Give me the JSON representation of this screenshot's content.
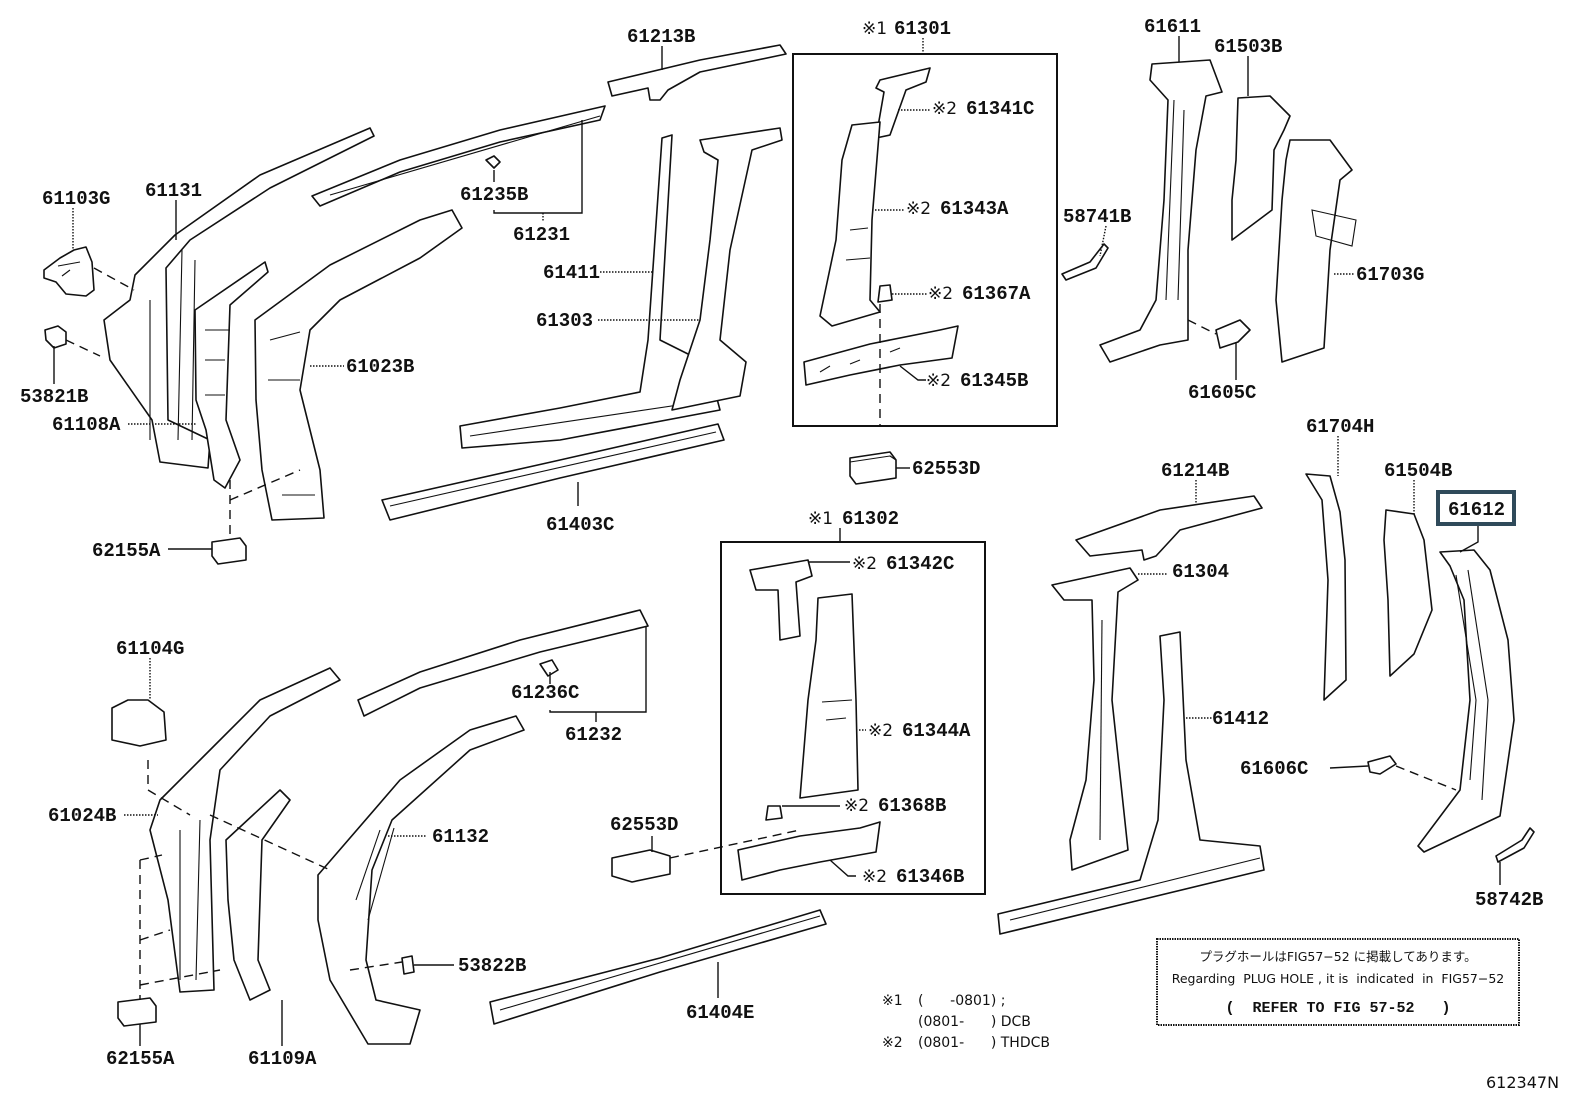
{
  "diagram": {
    "figure_number": "612347N",
    "highlighted_part": "61612",
    "highlight_color": "#2f4a5a",
    "parts": {
      "p61213B": "61213B",
      "p61301": "61301",
      "p61611": "61611",
      "p61503B": "61503B",
      "p61103G": "61103G",
      "p61131": "61131",
      "p61235B": "61235B",
      "p61231": "61231",
      "p61341C": "61341C",
      "p61343A": "61343A",
      "p61367A": "61367A",
      "p61345B": "61345B",
      "p58741B": "58741B",
      "p61703G": "61703G",
      "p53821B": "53821B",
      "p61411": "61411",
      "p61303": "61303",
      "p61023B": "61023B",
      "p61108A": "61108A",
      "p61605C": "61605C",
      "p62553D_top": "62553D",
      "p61704H": "61704H",
      "p61214B": "61214B",
      "p61504B": "61504B",
      "p61612": "61612",
      "p61302": "61302",
      "p61403C": "61403C",
      "p62155A_top": "62155A",
      "p61342C": "61342C",
      "p61304": "61304",
      "p61104G": "61104G",
      "p61236C": "61236C",
      "p61232": "61232",
      "p61412": "61412",
      "p61344A": "61344A",
      "p61606C": "61606C",
      "p61024B": "61024B",
      "p61132": "61132",
      "p62553D_bottom": "62553D",
      "p61368B": "61368B",
      "p58742B": "58742B",
      "p61346B": "61346B",
      "p53822B": "53822B",
      "p61404E": "61404E",
      "p62155A_bottom": "62155A",
      "p61109A": "61109A"
    },
    "marks": {
      "m1": "※1",
      "m2": "※2"
    },
    "legend": {
      "line1_mark": "※1",
      "line1_text": "(      -0801) ;",
      "line2_text": "(0801-      ) DCB",
      "line3_mark": "※2",
      "line3_text": "(0801-      ) THDCB"
    },
    "note": {
      "japanese": "プラグホールはFIG57−52 に掲載してあります。",
      "english": "Regarding  PLUG HOLE , it is  indicated  in  FIG57−52",
      "refer": "(  REFER TO FIG 57-52   )"
    }
  }
}
